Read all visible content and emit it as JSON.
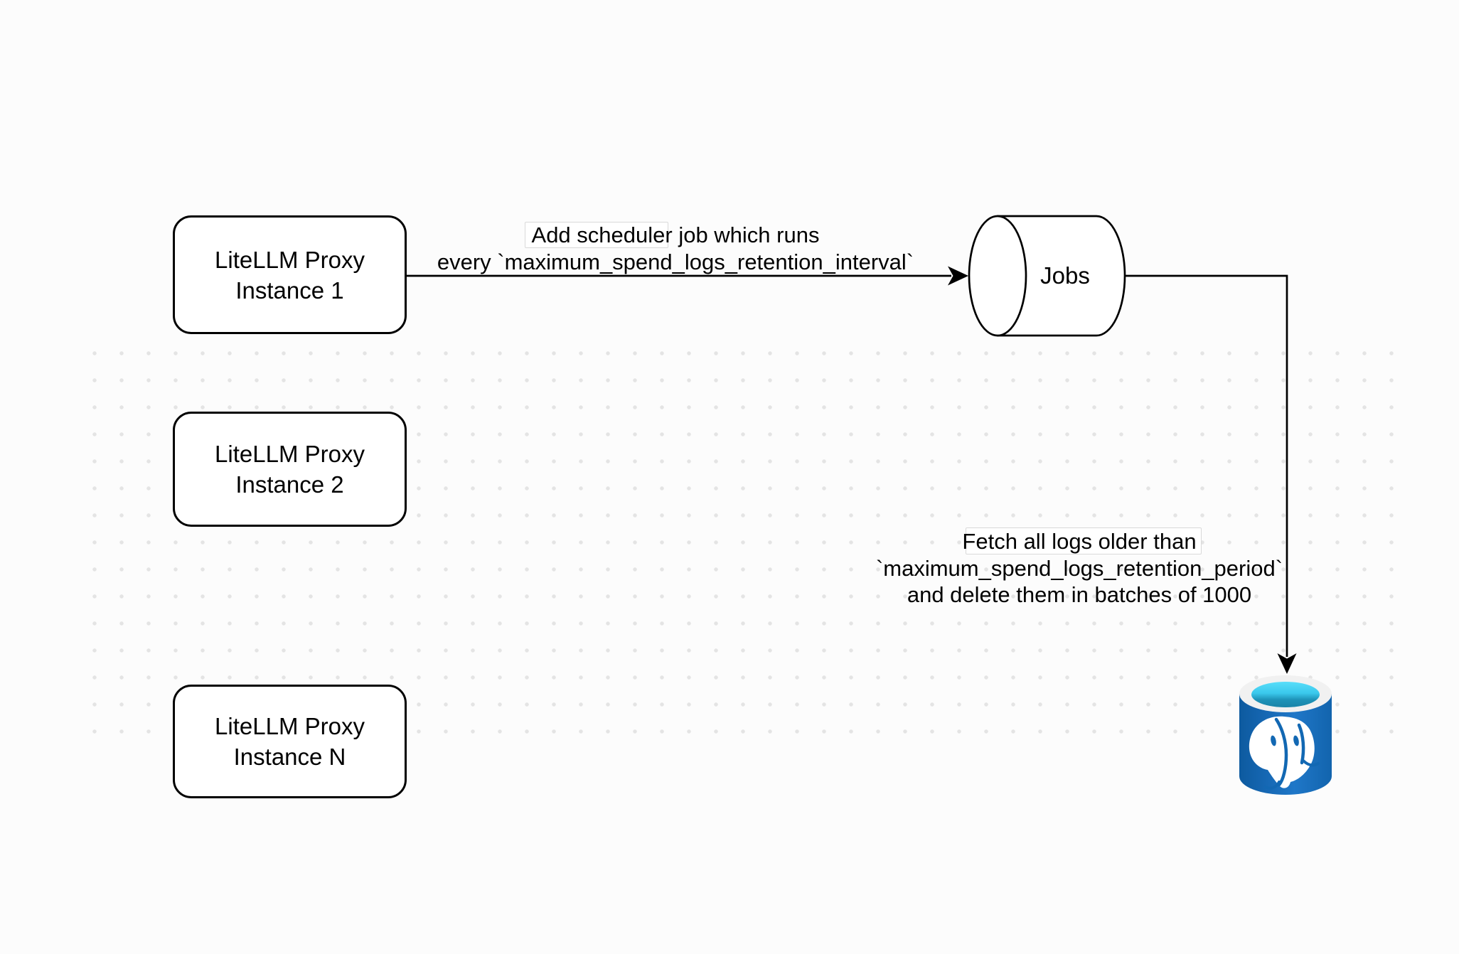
{
  "diagram": {
    "nodes": {
      "proxy_instances": [
        {
          "line1": "LiteLLM Proxy",
          "line2": "Instance 1"
        },
        {
          "line1": "LiteLLM Proxy",
          "line2": "Instance 2"
        },
        {
          "line1": "LiteLLM Proxy",
          "line2": "Instance N"
        }
      ],
      "jobs_queue": {
        "label": "Jobs"
      },
      "postgres_db": {
        "icon": "postgresql-database-icon"
      }
    },
    "edge_labels": {
      "scheduler": {
        "line1": "Add scheduler job which runs",
        "line2": "every `maximum_spend_logs_retention_interval`"
      },
      "cleanup": {
        "line1": "Fetch all logs older than",
        "line2": "`maximum_spend_logs_retention_period`",
        "line3": "and delete them in batches of 1000"
      }
    },
    "colors": {
      "background": "#fcfcfc",
      "dot_grid": "#e4e4e4",
      "stroke": "#000000",
      "node_fill": "#ffffff",
      "postgres_blue": "#1268b3",
      "postgres_blue_dark": "#0d5a9f",
      "postgres_blue_light": "#1f77c8",
      "postgres_ring": "#f1f1f1",
      "postgres_cyan": "#55dbf4",
      "postgres_teal": "#1e8cb0"
    }
  }
}
